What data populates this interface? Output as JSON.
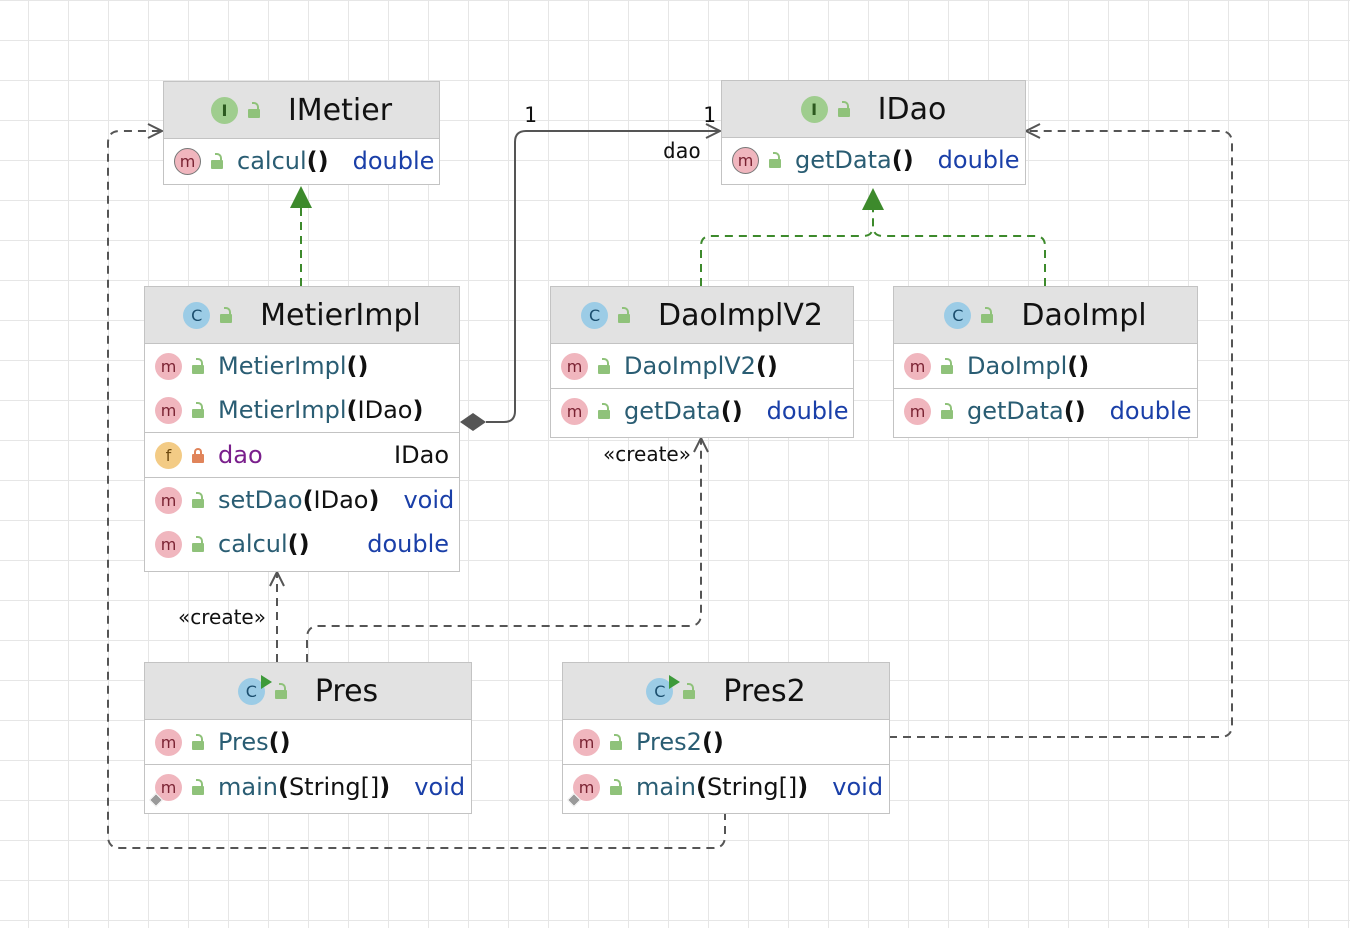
{
  "classes": {
    "imetier": {
      "kind": "I",
      "name": "IMetier",
      "sections": [
        [
          {
            "badge": "m",
            "abstract": true,
            "vis": "public",
            "name": "calcul",
            "params": "",
            "type": "double"
          }
        ]
      ]
    },
    "idao": {
      "kind": "I",
      "name": "IDao",
      "sections": [
        [
          {
            "badge": "m",
            "abstract": true,
            "vis": "public",
            "name": "getData",
            "params": "",
            "type": "double"
          }
        ]
      ]
    },
    "metierimpl": {
      "kind": "C",
      "name": "MetierImpl",
      "sections": [
        [
          {
            "badge": "m",
            "vis": "public",
            "name": "MetierImpl",
            "params": "",
            "type": ""
          },
          {
            "badge": "m",
            "vis": "public",
            "name": "MetierImpl",
            "params": "IDao",
            "type": ""
          }
        ],
        [
          {
            "badge": "f",
            "vis": "private",
            "name": "dao",
            "field": true,
            "type": "IDao"
          }
        ],
        [
          {
            "badge": "m",
            "vis": "public",
            "name": "setDao",
            "params": "IDao",
            "type": "void"
          },
          {
            "badge": "m",
            "vis": "public",
            "name": "calcul",
            "params": "",
            "type": "double"
          }
        ]
      ]
    },
    "daoimplv2": {
      "kind": "C",
      "name": "DaoImplV2",
      "sections": [
        [
          {
            "badge": "m",
            "vis": "public",
            "name": "DaoImplV2",
            "params": "",
            "type": ""
          }
        ],
        [
          {
            "badge": "m",
            "vis": "public",
            "name": "getData",
            "params": "",
            "type": "double"
          }
        ]
      ]
    },
    "daoimpl": {
      "kind": "C",
      "name": "DaoImpl",
      "sections": [
        [
          {
            "badge": "m",
            "vis": "public",
            "name": "DaoImpl",
            "params": "",
            "type": ""
          }
        ],
        [
          {
            "badge": "m",
            "vis": "public",
            "name": "getData",
            "params": "",
            "type": "double"
          }
        ]
      ]
    },
    "pres": {
      "kind": "C",
      "runnable": true,
      "name": "Pres",
      "sections": [
        [
          {
            "badge": "m",
            "vis": "public",
            "name": "Pres",
            "params": "",
            "type": ""
          }
        ],
        [
          {
            "badge": "m",
            "static": true,
            "vis": "public",
            "name": "main",
            "params": "String[]",
            "type": "void"
          }
        ]
      ]
    },
    "pres2": {
      "kind": "C",
      "runnable": true,
      "name": "Pres2",
      "sections": [
        [
          {
            "badge": "m",
            "vis": "public",
            "name": "Pres2",
            "params": "",
            "type": ""
          }
        ],
        [
          {
            "badge": "m",
            "static": true,
            "vis": "public",
            "name": "main",
            "params": "String[]",
            "type": "void"
          }
        ]
      ]
    }
  },
  "edge_labels": {
    "mult_source": "1",
    "mult_target": "1",
    "role": "dao",
    "create_1": "«create»",
    "create_2": "«create»"
  },
  "colors": {
    "realization": "#3d8a2c",
    "dependency": "#555555",
    "composition": "#555555"
  }
}
